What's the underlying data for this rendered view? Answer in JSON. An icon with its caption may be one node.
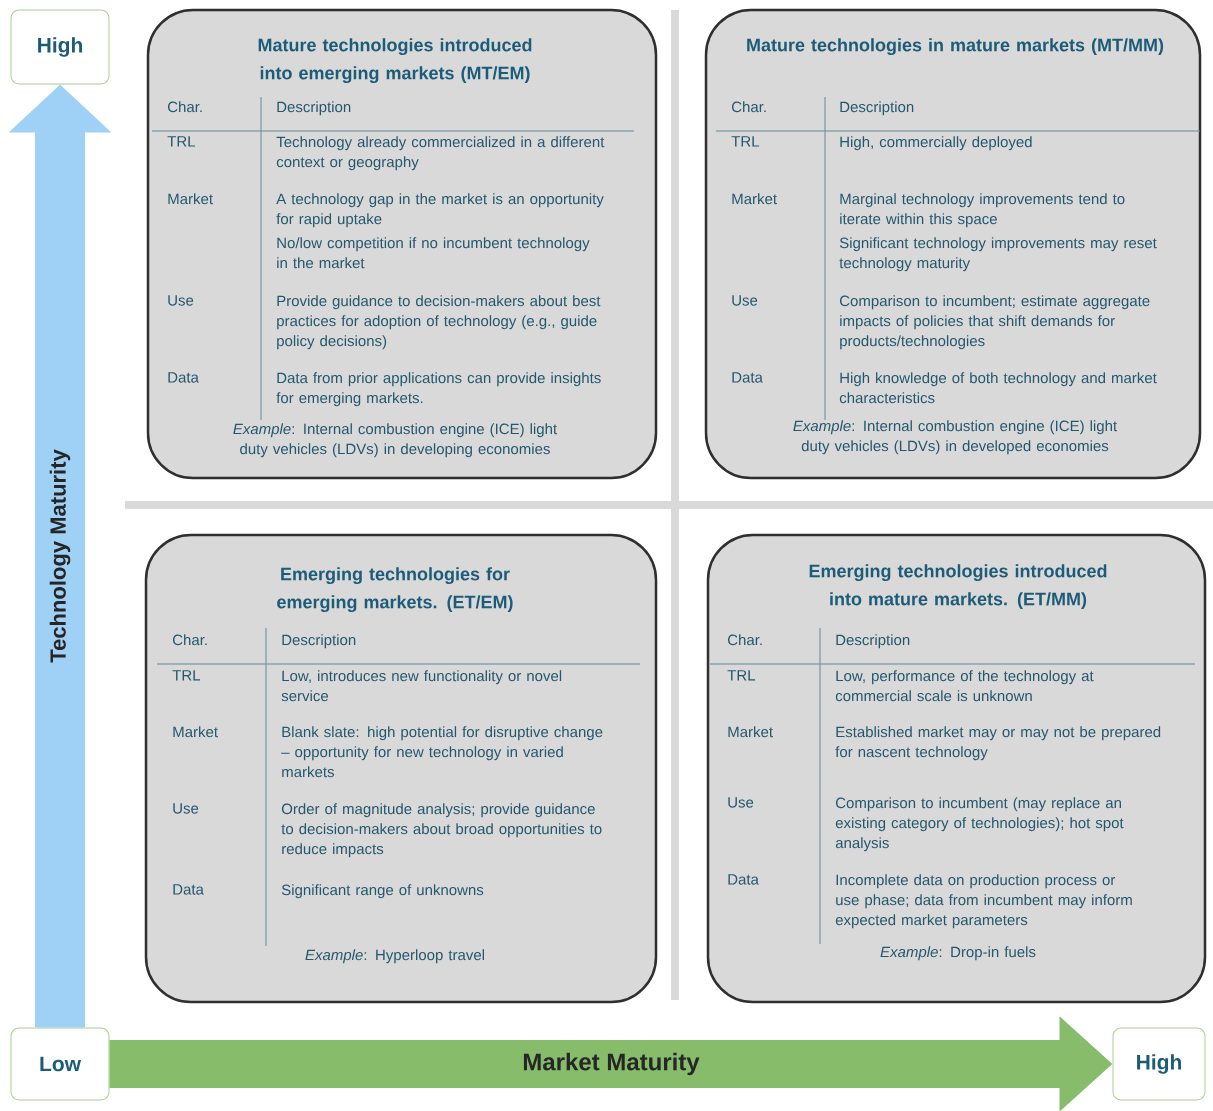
{
  "diagram": {
    "nodes": [
      {
        "text": [
          "High"
        ]
      },
      {
        "text": [
          "Mature technologies introduced into emerging markets (MT/EM)",
          "Char.",
          "Description",
          "TRL",
          "Technology already commercialized in a different context or geography",
          "Market",
          "A technology gap in the market is an opportunity for rapid uptake",
          "No/low competition if no incumbent technology in the market",
          "Use",
          "Provide guidance to decision-makers about best practices for adoption of technology (e.g., guide policy decisions)",
          "Data",
          "Data from prior applications can provide insights for emerging markets.",
          "*Example*: Internal combustion engine (ICE) light duty vehicles (LDVs) in developing economies"
        ]
      },
      {
        "text": [
          "Mature technologies in mature markets (MT/MM)",
          "Char.",
          "Description",
          "TRL",
          "High, commercially deployed",
          "Market",
          "Marginal technology improvements tend to iterate within this space",
          "Significant technology improvements may reset technology maturity",
          "Use",
          "Comparison to incumbent; estimate aggregate impacts of policies that shift demands for products/technologies",
          "Data",
          "High knowledge of both technology and market characteristics",
          "*Example*: Internal combustion engine (ICE) light duty vehicles (LDVs) in developed economies"
        ]
      },
      {
        "text": [
          "Emerging technologies for emerging markets. (ET/EM)",
          "Char.",
          "Description",
          "TRL",
          "Low, introduces new functionality or novel service",
          "Market",
          "Blank slate: high potential for disruptive change – opportunity for new technology in varied markets",
          "Use",
          "Order of magnitude analysis; provide guidance to decision-makers about broad opportunities to reduce impacts",
          "Data",
          "Significant range of unknowns",
          "*Example*: Hyperloop travel"
        ]
      },
      {
        "text": [
          "Emerging technologies introduced into mature markets. (ET/MM)",
          "Char.",
          "Description",
          "TRL",
          "Low, performance of the technology at commercial scale is unknown",
          "Market",
          "Established market may or may not be prepared for nascent technology",
          "Use",
          "Comparison to incumbent (may replace an existing category of technologies); hot spot analysis",
          "Data",
          "Incomplete data on production process or use phase; data from incumbent may inform expected market parameters",
          "*Example*: Drop-in fuels"
        ]
      },
      {
        "text": [
          "Low"
        ]
      },
      {
        "text": [
          "High"
        ]
      }
    ],
    "edges": [
      {
        "from": 5,
        "to": 0,
        "arrow": "to",
        "label": "Technology Maturity",
        "color": "#9fd0f5"
      },
      {
        "from": 5,
        "to": 6,
        "arrow": "to",
        "label": "Market Maturity",
        "color": "#86bc6a"
      }
    ]
  }
}
